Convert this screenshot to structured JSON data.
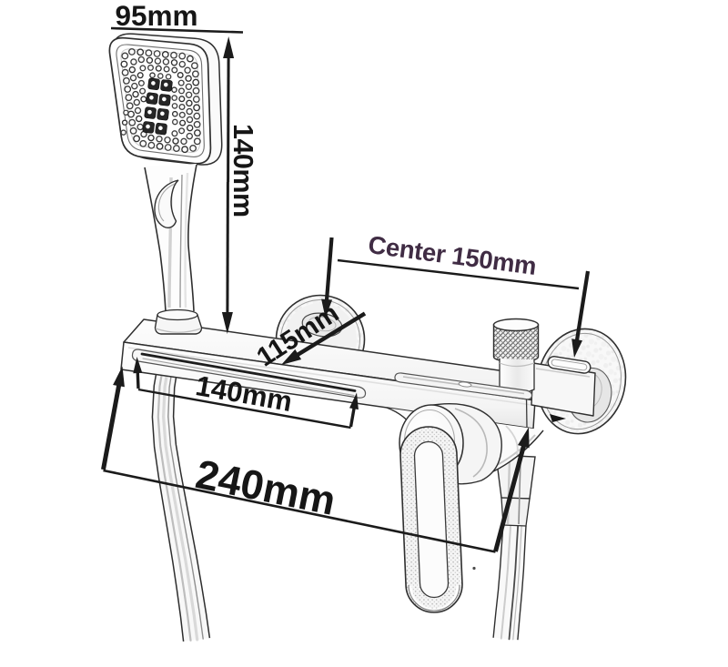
{
  "page": {
    "background": "#ffffff"
  },
  "diagram": {
    "type": "product-dimension-line-drawing",
    "subject": "Wall-mounted waterfall tub shower mixer faucet with handheld shower head",
    "line_color": "#262626",
    "label_color": "#161616",
    "center_label_color": "#402c44",
    "labels": {
      "head_width": "95mm",
      "head_height": "140mm",
      "center_distance": "Center 150mm",
      "spout_reach": "115mm",
      "slot_width": "140mm",
      "overall_width": "240mm"
    },
    "parts": [
      "handheld shower head",
      "shower handle",
      "shower hose",
      "shelf with waterfall slot",
      "wall flange left",
      "wall flange right",
      "mixer body",
      "valve housing",
      "loop lever handle",
      "knurled diverter knob",
      "hose connector"
    ]
  }
}
